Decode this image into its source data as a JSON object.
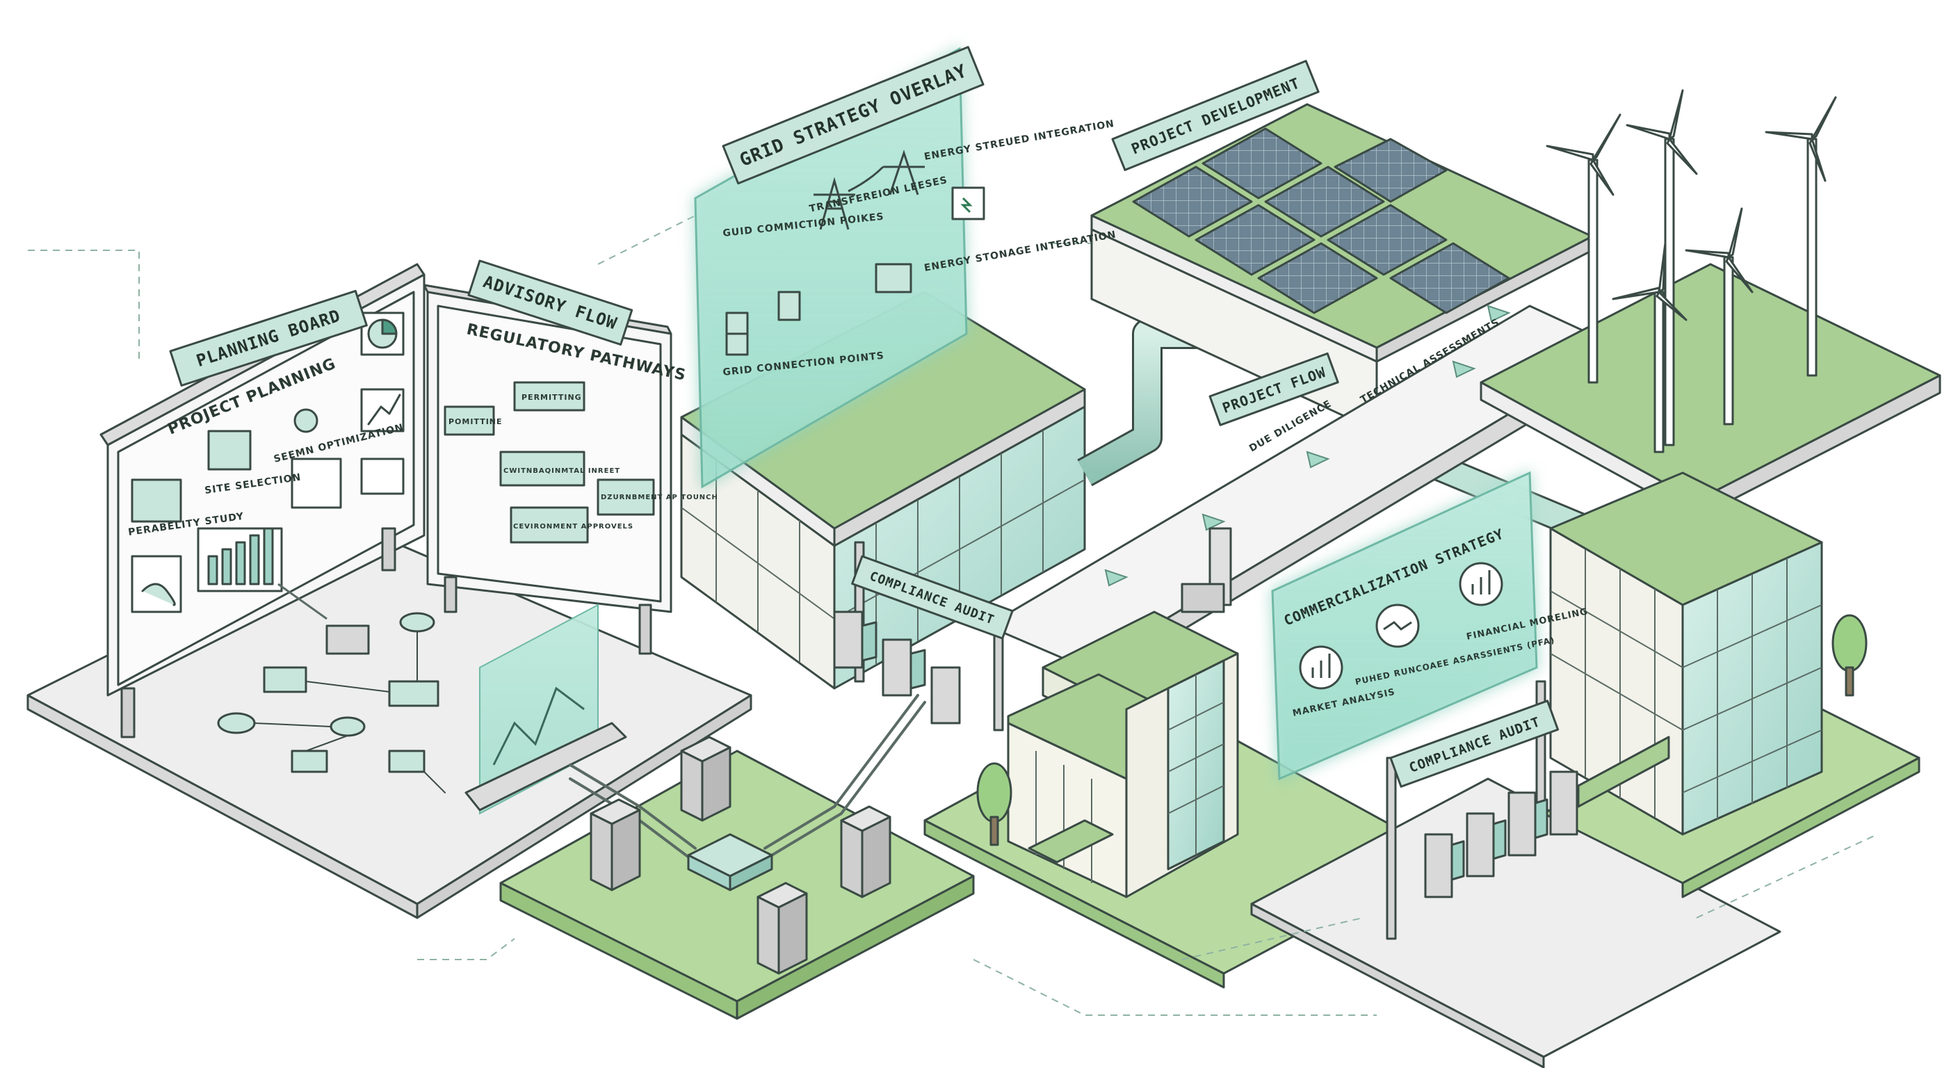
{
  "banners": {
    "planning_board": "PLANNING BOARD",
    "advisory_flow": "ADVISORY FLOW",
    "grid_strategy_overlay": "GRID STRATEGY OVERLAY",
    "project_development": "PROJECT DEVELOPMENT",
    "project_flow": "PROJECT FLOW",
    "compliance_audit_left": "COMPLIANCE AUDIT",
    "compliance_audit_right": "COMPLIANCE AUDIT",
    "commercialization_strategy": "COMMERCIALIZATION STRATEGY"
  },
  "planning_board": {
    "heading": "PROJECT PLANNING",
    "items": [
      "PERABELITY STUDY",
      "SITE SELECTION",
      "SEEMN OPTIMIZATION"
    ]
  },
  "advisory_flow": {
    "heading": "REGULATORY PATHWAYS",
    "items": [
      "POMITTINE",
      "PERMITTING",
      "CWITNBAQINMTAL INREET",
      "DZURNBMENT AP TOUNCH",
      "CEVIRONMENT APPROVELS"
    ]
  },
  "grid_overlay": {
    "items": [
      "GUID COMMICTION POIKES",
      "TRANSFEREION LEESES",
      "ENERGY STREUED INTEGRATION",
      "GRID CONNECTION POINTS",
      "ENERGY STONAGE INTEGRATION"
    ]
  },
  "project_flow": {
    "items": [
      "DUE DILIGENCE",
      "TECHNICAL ASSESSMENTS"
    ]
  },
  "commercialization": {
    "items": [
      "MARKET ANALYSIS",
      "PUHED RUNCOAEE ASARSSIENTS (PFA)",
      "FINANCIAL MORELING"
    ]
  },
  "colors": {
    "sage": "#a9cf94",
    "mint": "#c9e6dc",
    "glass": "#a7d4c9",
    "outline": "#3a4a44",
    "platform": "#ececec"
  },
  "icons": [
    "pie-chart-icon",
    "trend-line-icon",
    "gear-icon",
    "handshake-icon",
    "bar-chart-icon",
    "lightning-icon",
    "transmission-tower-icon"
  ]
}
